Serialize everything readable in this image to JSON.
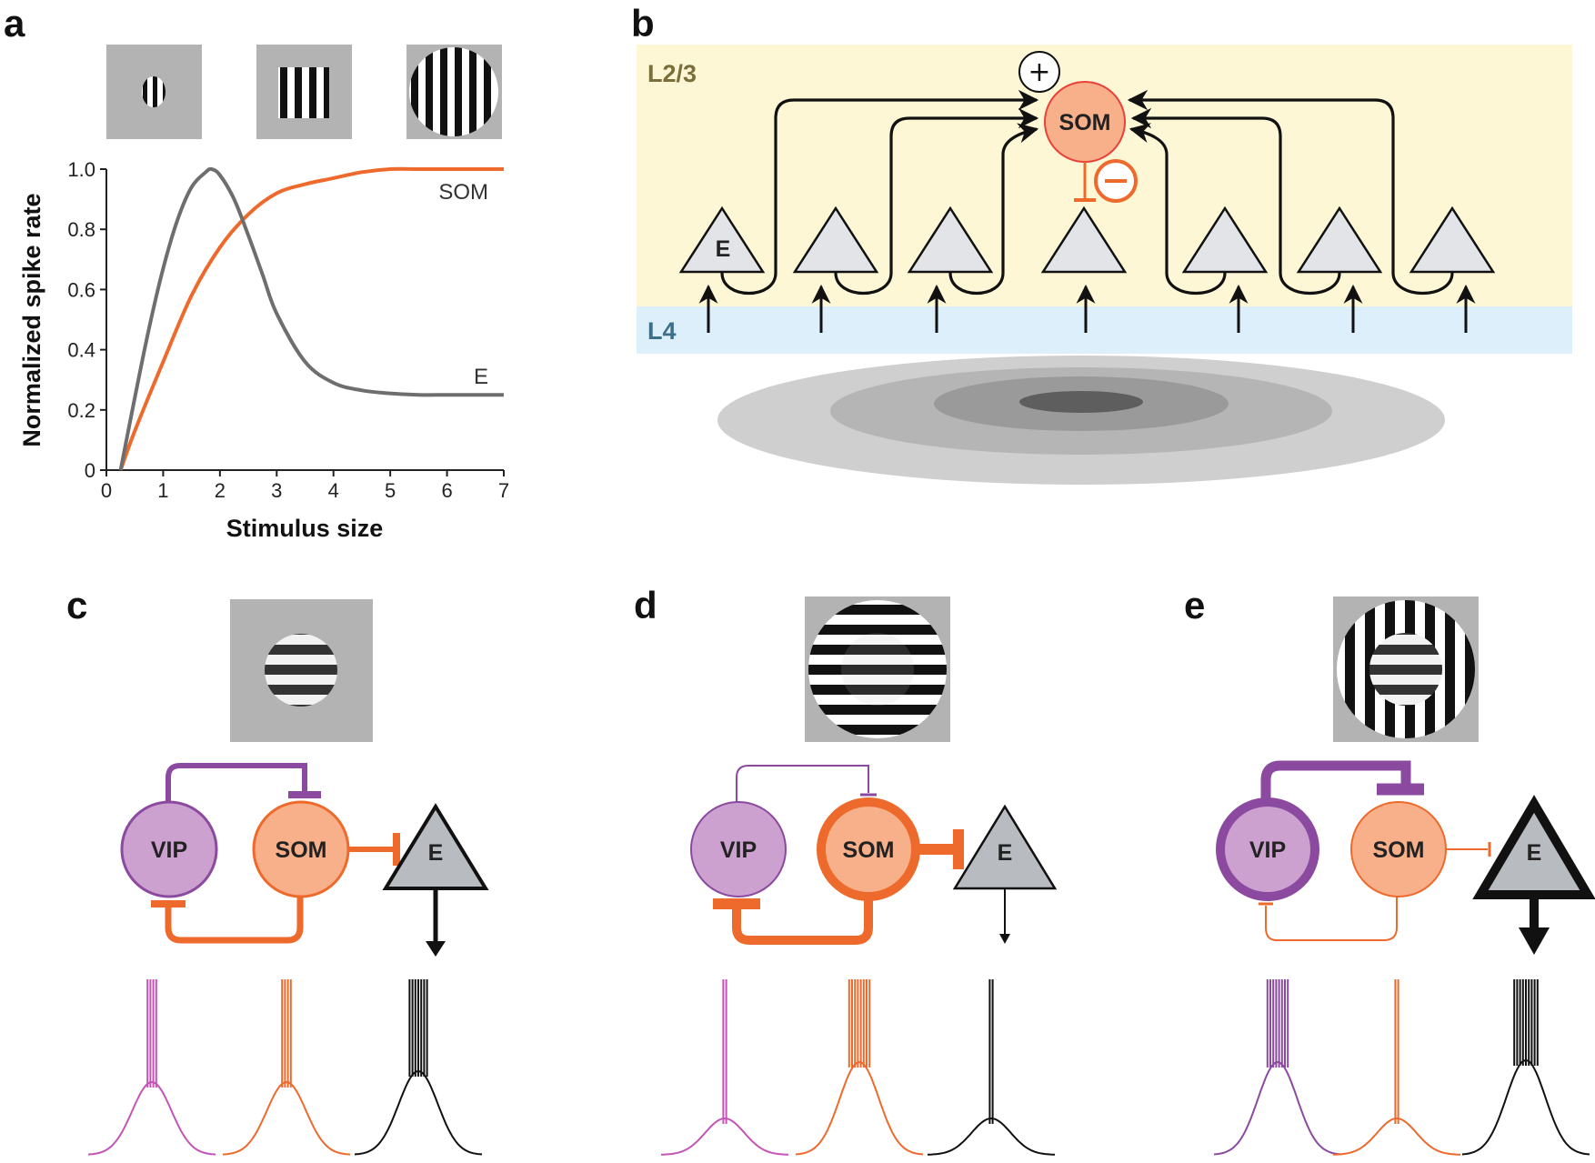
{
  "colors": {
    "som": "#EE6A2C",
    "som_fill": "#F8B08A",
    "vip": "#8B4AA0",
    "vip_fill": "#CCA1CF",
    "excitatory": "#111111",
    "e_fill": "#B8BBC0",
    "curve_e": "#6E6E6E",
    "l23": "#FDF7D6",
    "l4": "#DDEFFA",
    "l23_label": "#7A6E3A",
    "l4_label": "#3C6F8A",
    "spike_vip": "#C454B6"
  },
  "panel_a": {
    "label": "a",
    "stimuli_icons": [
      "small-grating-icon",
      "medium-grating-icon",
      "large-grating-icon"
    ],
    "chart_data": {
      "type": "line",
      "xlabel": "Stimulus size",
      "ylabel": "Normalized spike rate",
      "xlim": [
        0,
        7
      ],
      "ylim": [
        0,
        1.0
      ],
      "x_ticks": [
        "0",
        "1",
        "2",
        "3",
        "4",
        "5",
        "6",
        "7"
      ],
      "y_ticks": [
        "0",
        "0.2",
        "0.4",
        "0.6",
        "0.8",
        "1.0"
      ],
      "series": [
        {
          "name": "SOM",
          "color": "#EE6A2C",
          "x": [
            0.25,
            0.5,
            1.0,
            1.5,
            2.0,
            2.5,
            3.0,
            3.5,
            4.0,
            4.5,
            5.0,
            5.5,
            6.0,
            6.5,
            7.0
          ],
          "y": [
            0,
            0.13,
            0.36,
            0.58,
            0.74,
            0.85,
            0.92,
            0.95,
            0.97,
            0.99,
            1.0,
            1.0,
            1.0,
            1.0,
            1.0
          ]
        },
        {
          "name": "E",
          "color": "#6E6E6E",
          "x": [
            0.25,
            0.5,
            0.75,
            1.0,
            1.25,
            1.5,
            1.75,
            1.85,
            2.0,
            2.25,
            2.5,
            2.75,
            3.0,
            3.5,
            4.0,
            4.5,
            5.0,
            5.5,
            6.0,
            6.5,
            7.0
          ],
          "y": [
            0,
            0.24,
            0.47,
            0.67,
            0.83,
            0.94,
            0.99,
            1.0,
            0.98,
            0.9,
            0.78,
            0.65,
            0.52,
            0.36,
            0.29,
            0.265,
            0.255,
            0.25,
            0.25,
            0.25,
            0.25
          ]
        }
      ]
    }
  },
  "panel_b": {
    "label": "b",
    "layer_top": "L2/3",
    "layer_bottom": "L4",
    "som_label": "SOM",
    "e_label": "E",
    "plus_sign": "+"
  },
  "panel_c": {
    "label": "c",
    "vip": "VIP",
    "som": "SOM",
    "e": "E",
    "stimulus": "center-grating-icon"
  },
  "panel_d": {
    "label": "d",
    "vip": "VIP",
    "som": "SOM",
    "e": "E",
    "stimulus": "iso-surround-grating-icon"
  },
  "panel_e": {
    "label": "e",
    "vip": "VIP",
    "som": "SOM",
    "e": "E",
    "stimulus": "cross-surround-grating-icon"
  }
}
